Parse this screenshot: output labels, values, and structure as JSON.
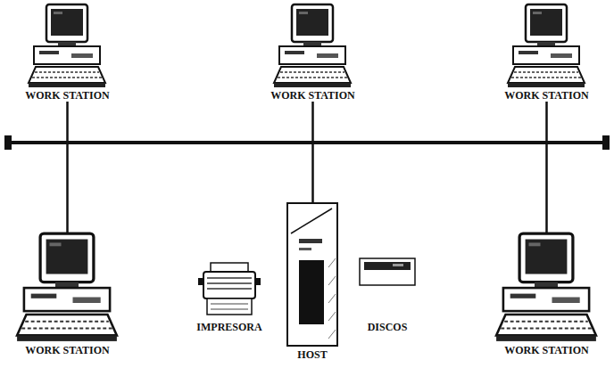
{
  "diagram": {
    "nodes": [
      {
        "text": [
          "WORK STATION"
        ]
      },
      {
        "text": [
          "WORK STATION"
        ]
      },
      {
        "text": [
          "WORK STATION"
        ]
      },
      {
        "text": [
          "WORK STATION"
        ]
      },
      {
        "text": [
          "IMPRESORA"
        ]
      },
      {
        "text": [
          "HOST"
        ]
      },
      {
        "text": [
          "DISCOS"
        ]
      },
      {
        "text": [
          "WORK STATION"
        ]
      }
    ],
    "edges": [
      {
        "from": 0,
        "to": 3,
        "arrow": "none"
      },
      {
        "from": 1,
        "to": 5,
        "arrow": "none"
      },
      {
        "from": 2,
        "to": 7,
        "arrow": "none"
      }
    ]
  }
}
